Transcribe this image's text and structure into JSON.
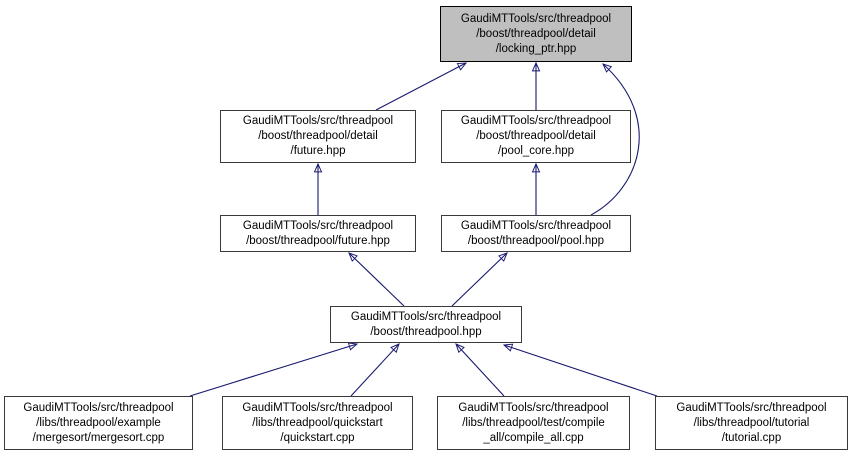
{
  "diagram": {
    "type": "include-dependency-graph",
    "background_color": "#ffffff",
    "edge_color": "#191970",
    "node_fill": "#ffffff",
    "node_border_color": "#3a3a3a",
    "highlight_node_fill": "#bfbfbf",
    "nodes": [
      {
        "id": "locking_ptr",
        "label": "GaudiMTTools/src/threadpool\n/boost/threadpool/detail\n/locking_ptr.hpp",
        "highlighted": true
      },
      {
        "id": "detail_future",
        "label": "GaudiMTTools/src/threadpool\n/boost/threadpool/detail\n/future.hpp",
        "highlighted": false
      },
      {
        "id": "pool_core",
        "label": "GaudiMTTools/src/threadpool\n/boost/threadpool/detail\n/pool_core.hpp",
        "highlighted": false
      },
      {
        "id": "future",
        "label": "GaudiMTTools/src/threadpool\n/boost/threadpool/future.hpp",
        "highlighted": false
      },
      {
        "id": "pool",
        "label": "GaudiMTTools/src/threadpool\n/boost/threadpool/pool.hpp",
        "highlighted": false
      },
      {
        "id": "threadpool",
        "label": "GaudiMTTools/src/threadpool\n/boost/threadpool.hpp",
        "highlighted": false
      },
      {
        "id": "mergesort",
        "label": "GaudiMTTools/src/threadpool\n/libs/threadpool/example\n/mergesort/mergesort.cpp",
        "highlighted": false
      },
      {
        "id": "quickstart",
        "label": "GaudiMTTools/src/threadpool\n/libs/threadpool/quickstart\n/quickstart.cpp",
        "highlighted": false
      },
      {
        "id": "compile_all",
        "label": "GaudiMTTools/src/threadpool\n/libs/threadpool/test/compile\n_all/compile_all.cpp",
        "highlighted": false
      },
      {
        "id": "tutorial",
        "label": "GaudiMTTools/src/threadpool\n/libs/threadpool/tutorial\n/tutorial.cpp",
        "highlighted": false
      }
    ],
    "edges": [
      {
        "from": "detail_future",
        "to": "locking_ptr"
      },
      {
        "from": "pool_core",
        "to": "locking_ptr"
      },
      {
        "from": "pool",
        "to": "locking_ptr"
      },
      {
        "from": "future",
        "to": "detail_future"
      },
      {
        "from": "pool",
        "to": "pool_core"
      },
      {
        "from": "threadpool",
        "to": "future"
      },
      {
        "from": "threadpool",
        "to": "pool"
      },
      {
        "from": "mergesort",
        "to": "threadpool"
      },
      {
        "from": "quickstart",
        "to": "threadpool"
      },
      {
        "from": "compile_all",
        "to": "threadpool"
      },
      {
        "from": "tutorial",
        "to": "threadpool"
      }
    ]
  }
}
